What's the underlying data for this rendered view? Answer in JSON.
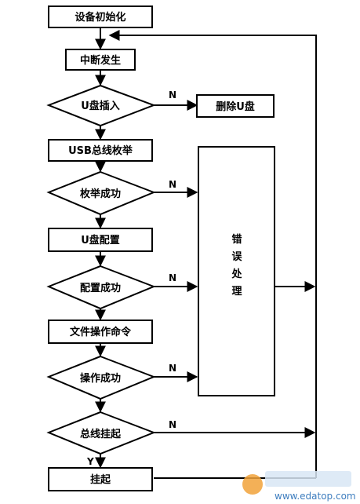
{
  "nodes": {
    "init": "设备初始化",
    "interrupt": "中断发生",
    "u_insert": "U盘插入",
    "delete_u": "删除U盘",
    "usb_enum": "USB总线枚举",
    "enum_ok": "枚举成功",
    "u_config": "U盘配置",
    "config_ok": "配置成功",
    "file_cmd": "文件操作命令",
    "op_ok": "操作成功",
    "bus_suspend": "总线挂起",
    "suspend": "挂起",
    "error_handling": [
      "错",
      "误",
      "处",
      "理"
    ]
  },
  "labels": {
    "no": "N",
    "yes": "Y"
  },
  "watermark": {
    "text": "www.edatop.com"
  }
}
